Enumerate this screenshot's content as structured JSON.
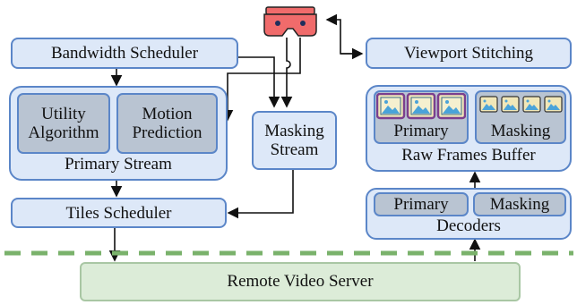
{
  "nodes": {
    "bandwidth_scheduler": "Bandwidth Scheduler",
    "utility_algorithm": "Utility\nAlgorithm",
    "motion_prediction": "Motion\nPrediction",
    "primary_stream": "Primary Stream",
    "masking_stream": "Masking\nStream",
    "tiles_scheduler": "Tiles Scheduler",
    "viewport_stitching": "Viewport Stitching",
    "primary_buffer": "Primary",
    "masking_buffer": "Masking",
    "raw_frames_buffer": "Raw Frames Buffer",
    "decoder_primary": "Primary",
    "decoder_masking": "Masking",
    "decoders": "Decoders",
    "remote_video_server": "Remote Video Server"
  },
  "icons": {
    "headset": "vr-headset-icon",
    "primary_frames": "image-frame-icon",
    "masking_frames": "image-frame-icon"
  },
  "colors": {
    "box_fill": "#dde8f8",
    "box_border": "#5b86c8",
    "inner_fill": "#b9c4d2",
    "headset": "#f06b6b",
    "frame_border": "#7b3f8e",
    "server_fill": "#dcecd8",
    "dashed_line": "#7ab26b"
  }
}
